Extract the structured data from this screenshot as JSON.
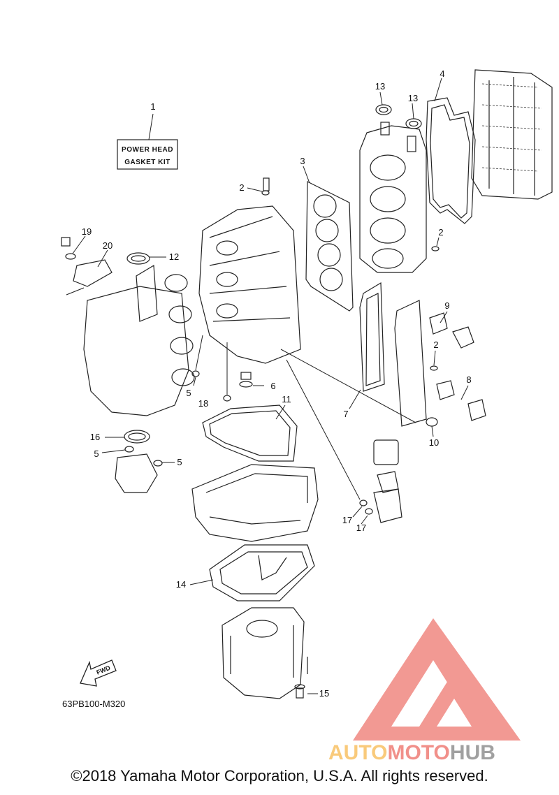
{
  "kit_box": {
    "line1": "POWER HEAD",
    "line2": "GASKET KIT"
  },
  "callouts": [
    {
      "key": "c1",
      "label": "1"
    },
    {
      "key": "c2a",
      "label": "2"
    },
    {
      "key": "c2b",
      "label": "2"
    },
    {
      "key": "c2c",
      "label": "2"
    },
    {
      "key": "c3",
      "label": "3"
    },
    {
      "key": "c4",
      "label": "4"
    },
    {
      "key": "c5a",
      "label": "5"
    },
    {
      "key": "c5b",
      "label": "5"
    },
    {
      "key": "c5c",
      "label": "5"
    },
    {
      "key": "c6",
      "label": "6"
    },
    {
      "key": "c7",
      "label": "7"
    },
    {
      "key": "c8",
      "label": "8"
    },
    {
      "key": "c9",
      "label": "9"
    },
    {
      "key": "c10",
      "label": "10"
    },
    {
      "key": "c11",
      "label": "11"
    },
    {
      "key": "c12",
      "label": "12"
    },
    {
      "key": "c13a",
      "label": "13"
    },
    {
      "key": "c13b",
      "label": "13"
    },
    {
      "key": "c14",
      "label": "14"
    },
    {
      "key": "c15",
      "label": "15"
    },
    {
      "key": "c16",
      "label": "16"
    },
    {
      "key": "c17a",
      "label": "17"
    },
    {
      "key": "c17b",
      "label": "17"
    },
    {
      "key": "c18",
      "label": "18"
    },
    {
      "key": "c19",
      "label": "19"
    },
    {
      "key": "c20",
      "label": "20"
    }
  ],
  "diagram_code": "63PB100-M320",
  "fwd_label": "FWD",
  "watermark": {
    "part1": "AUTO",
    "part2": "MOTO",
    "part3": "HUB"
  },
  "copyright": "©2018 Yamaha Motor Corporation, U.S.A. All rights reserved.",
  "colors": {
    "line": "#222222",
    "watermark_red": "#e8463c",
    "watermark_orange": "#f5a623",
    "watermark_grey": "#777777"
  }
}
